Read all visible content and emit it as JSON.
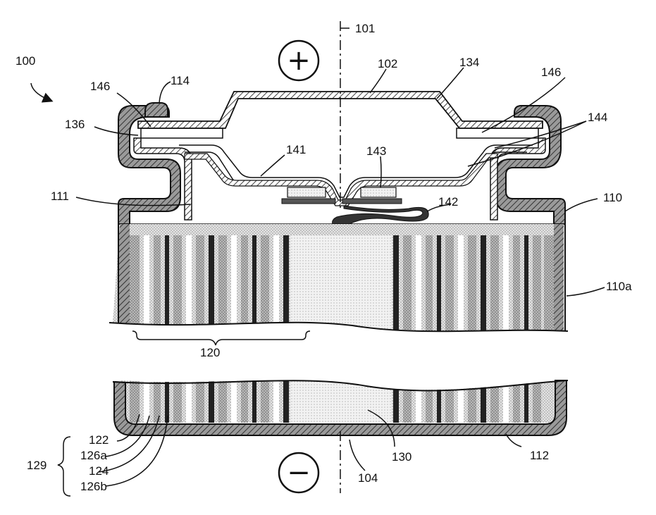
{
  "labels": {
    "l100": "100",
    "l101": "101",
    "l102": "102",
    "l134": "134",
    "l114": "114",
    "l146a": "146",
    "l146b": "146",
    "l136": "136",
    "l144": "144",
    "l141": "141",
    "l143": "143",
    "l111": "111",
    "l142": "142",
    "l110": "110",
    "l110a": "110a",
    "l120": "120",
    "l122": "122",
    "l126a": "126a",
    "l124": "124",
    "l126b": "126b",
    "l129": "129",
    "l130": "130",
    "l104": "104",
    "l112": "112"
  },
  "symbols": {
    "positive": "+",
    "negative": "−"
  }
}
